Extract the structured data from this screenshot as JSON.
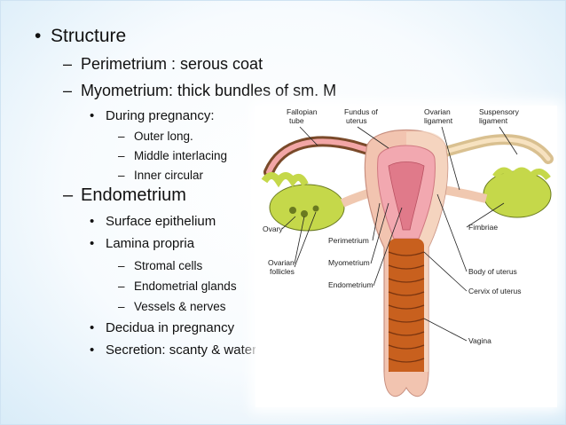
{
  "bullets": {
    "structure": "Structure",
    "perimetrium": "Perimetrium : serous coat",
    "myometrium": "Myometrium: thick bundles of sm. M",
    "during_pregnancy": "During pregnancy:",
    "outer_long": "Outer long.",
    "middle_interlacing": "Middle interlacing",
    "inner_circular": "Inner circular",
    "endometrium": "Endometrium",
    "surface_epithelium": "Surface epithelium",
    "lamina_propria": "Lamina propria",
    "stromal_cells": "Stromal cells",
    "endometrial_glands": "Endometrial glands",
    "vessels_nerves": "Vessels & nerves",
    "decidua": "Decidua in pregnancy",
    "secretion": "Secretion: scanty & watery"
  },
  "figure": {
    "labels": {
      "fallopian_tube_1": "Fallopian",
      "fallopian_tube_2": "tube",
      "fundus_1": "Fundus of",
      "fundus_2": "uterus",
      "ovarian_ligament_1": "Ovarian",
      "ovarian_ligament_2": "ligament",
      "suspensory_ligament_1": "Suspensory",
      "suspensory_ligament_2": "ligament",
      "ovary": "Ovary",
      "ovarian_follicles_1": "Ovarian",
      "ovarian_follicles_2": "follicles",
      "perimetrium": "Perimetrium",
      "myometrium": "Myometrium",
      "endometrium": "Endometrium",
      "fimbriae": "Fimbriae",
      "body_of_uterus": "Body of uterus",
      "cervix_of_uterus": "Cervix of uterus",
      "vagina": "Vagina"
    }
  }
}
